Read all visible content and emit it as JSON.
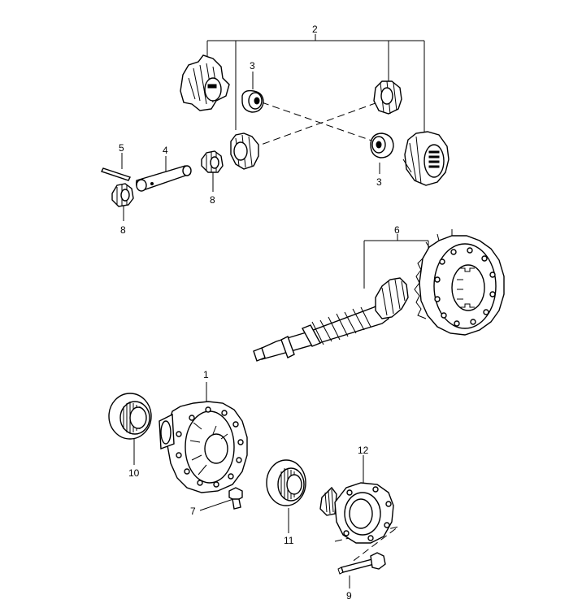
{
  "labels": {
    "l1": "1",
    "l2": "2",
    "l3a": "3",
    "l3b": "3",
    "l4": "4",
    "l5": "5",
    "l6": "6",
    "l7": "7",
    "l8a": "8",
    "l8b": "8",
    "l9": "9",
    "l10": "10",
    "l11": "11",
    "l12": "12"
  }
}
